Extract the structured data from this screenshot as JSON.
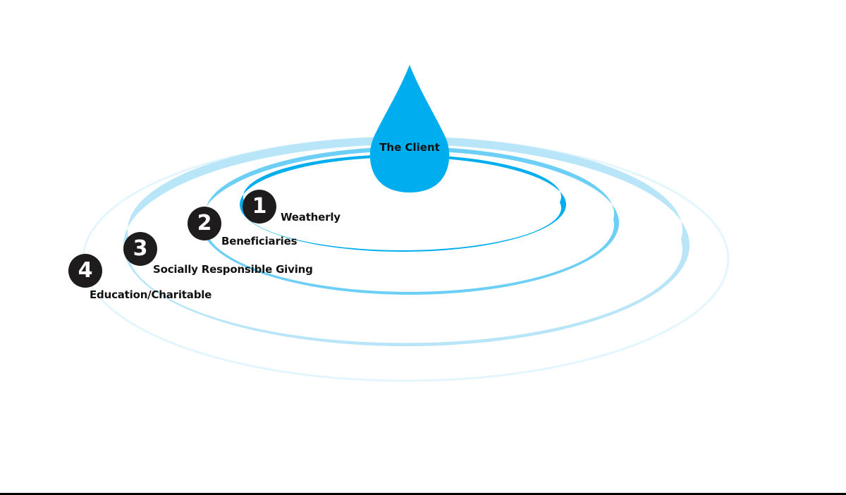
{
  "diagram": {
    "center": {
      "label": "The Client",
      "color": "#00AEEF"
    },
    "rings": [
      {
        "number": "1",
        "label": "Weatherly",
        "color": "#00AEEF"
      },
      {
        "number": "2",
        "label": "Beneficiaries",
        "color": "#6DCFF6"
      },
      {
        "number": "3",
        "label": "Socially Responsible Giving",
        "color": "#B9E5F8"
      },
      {
        "number": "4",
        "label": "Education/Charitable",
        "color": "#E6F6FD"
      }
    ],
    "badge_color": "#1F1C1D"
  }
}
